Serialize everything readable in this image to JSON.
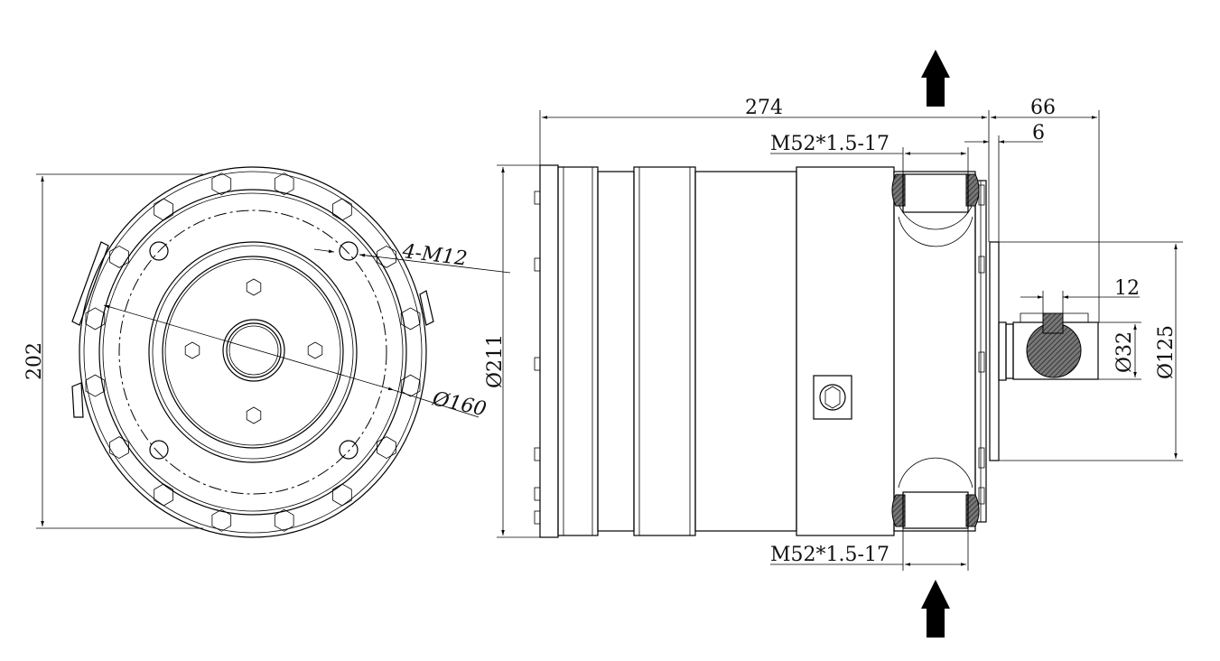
{
  "drawing": {
    "front_view": {
      "height_dim": "202",
      "bolt_callout": "4-M12",
      "pitch_diameter": "Ø160"
    },
    "side_view": {
      "body_diameter": "Ø211",
      "overall_length": "274",
      "shaft_length": "66",
      "flange_thickness": "6",
      "port_top": "M52*1.5-17",
      "port_bottom": "M52*1.5-17",
      "key_width": "12",
      "shaft_diameter": "Ø32",
      "pilot_diameter": "Ø125"
    },
    "flow_arrows": [
      "flow-in-arrow",
      "flow-out-arrow"
    ]
  }
}
